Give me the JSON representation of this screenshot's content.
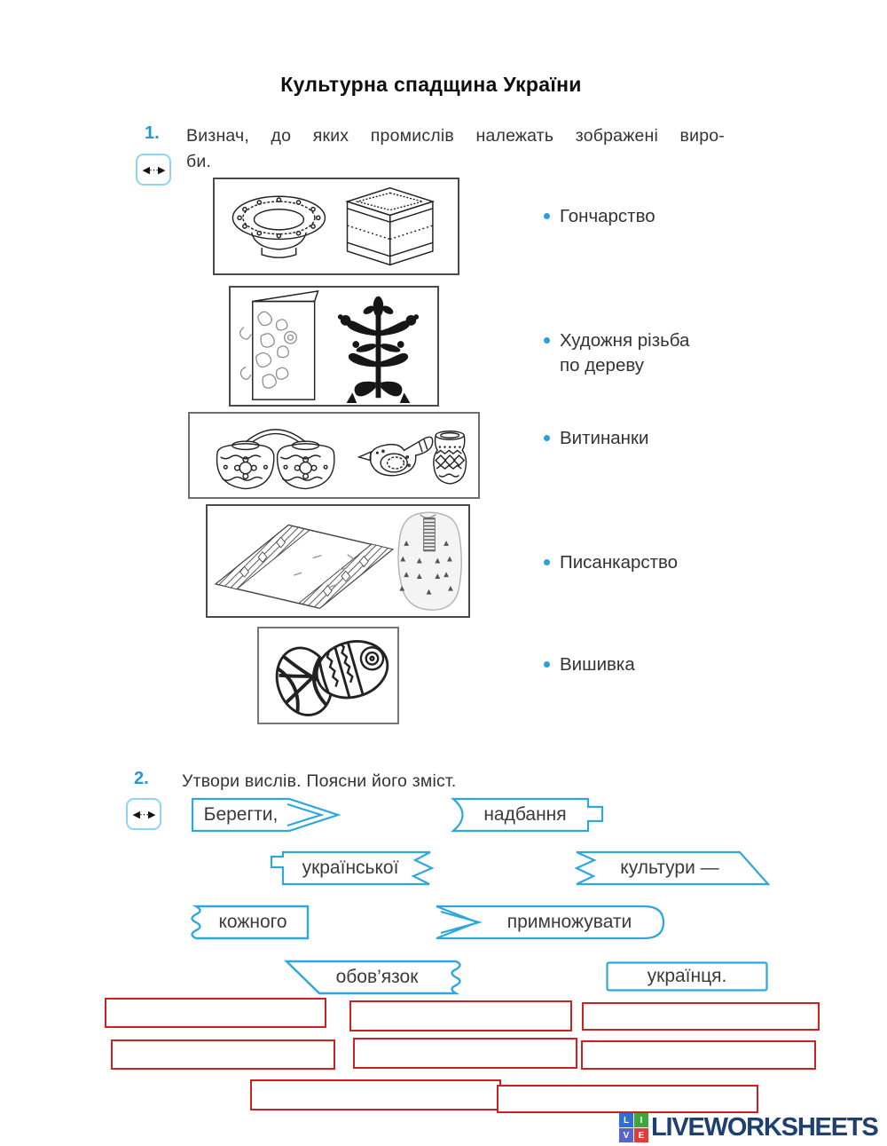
{
  "page": {
    "title": "Культурна спадщина України"
  },
  "icons": {
    "drag_handle": "◀⋯▶"
  },
  "task1": {
    "number": "1.",
    "instruction_line1": "Визнач, до яких промислів належать зображені виро-",
    "instruction_line2": "би.",
    "options": [
      {
        "label": "Гончарство"
      },
      {
        "label": "Художня різьба по дереву"
      },
      {
        "label": "Витинанки"
      },
      {
        "label": "Писанкарство"
      },
      {
        "label": "Вишивка"
      }
    ],
    "illustrations": [
      {
        "name": "carved-wooden-bowl-and-box"
      },
      {
        "name": "vytynanka-card-and-tree"
      },
      {
        "name": "ceramic-twin-pots-bird-whistle-vase"
      },
      {
        "name": "embroidered-cloth-and-shirt"
      },
      {
        "name": "two-pysanky-eggs"
      }
    ]
  },
  "task2": {
    "number": "2.",
    "instruction": "Утвори вислів. Поясни його зміст.",
    "pieces": [
      {
        "label": "Берегти,"
      },
      {
        "label": "надбання"
      },
      {
        "label": "української"
      },
      {
        "label": "культури —"
      },
      {
        "label": "кожного"
      },
      {
        "label": "примножувати"
      },
      {
        "label": "обов’язок"
      },
      {
        "label": "українця."
      }
    ],
    "dropzone_count": 8
  },
  "footer": {
    "logo_squares": [
      {
        "letter": "L",
        "color": "#2f6fd4"
      },
      {
        "letter": "I",
        "color": "#3fa63c"
      },
      {
        "letter": "V",
        "color": "#5a63c8"
      },
      {
        "letter": "E",
        "color": "#e23a34"
      }
    ],
    "logo_text": "LIVEWORKSHEETS",
    "logo_color": "#1d3f72"
  },
  "colors": {
    "accent_blue": "#29a8dc",
    "bullet_blue": "#2b9fd9",
    "dropzone_red": "#d01f1f"
  }
}
